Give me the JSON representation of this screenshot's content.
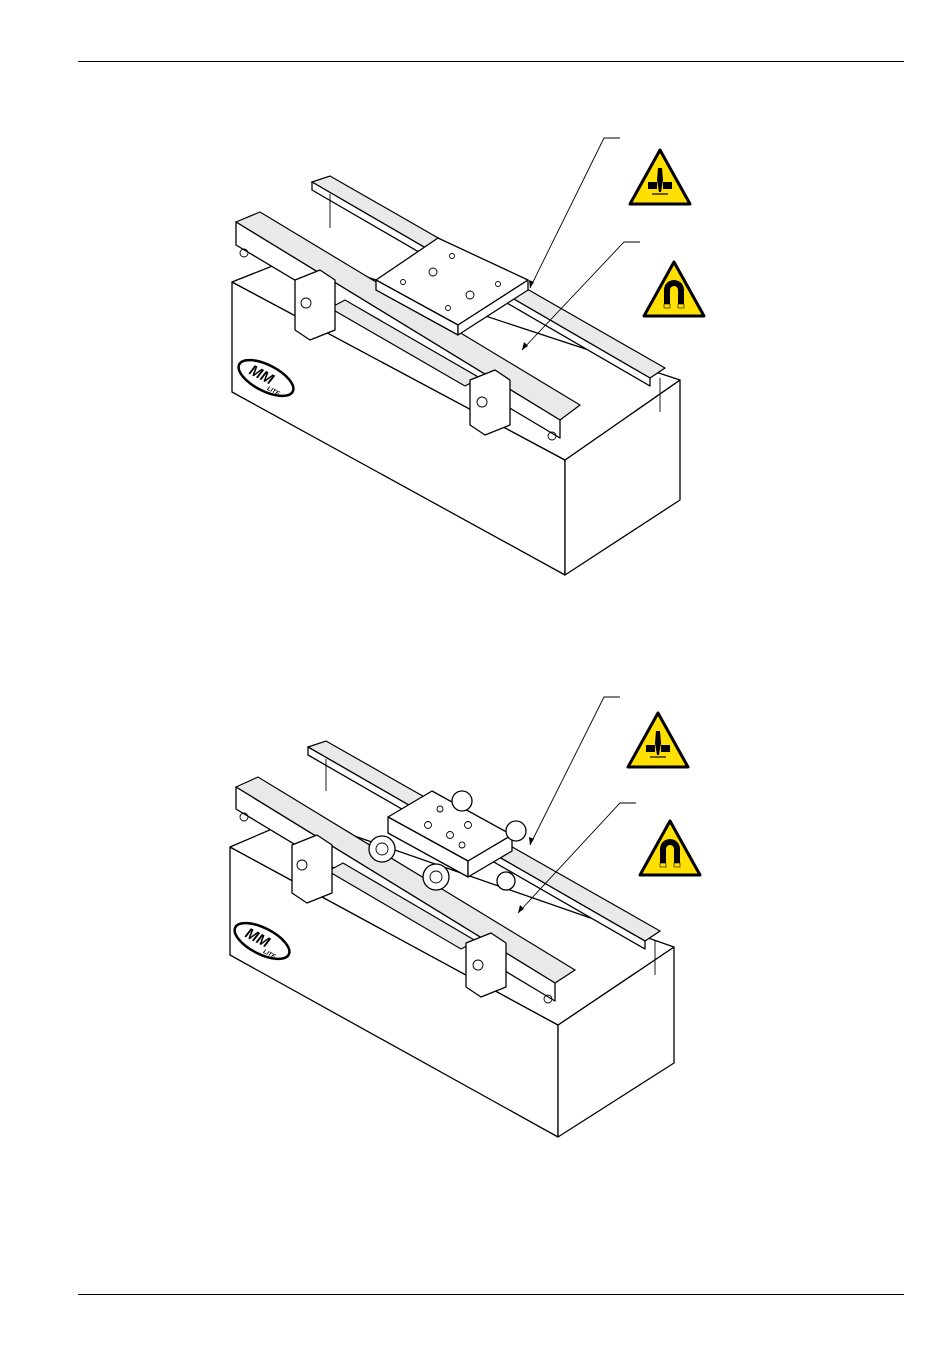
{
  "page": {
    "figures": [
      {
        "logo": {
          "main": "MM",
          "sub": "LITE"
        },
        "warning_signs": [
          {
            "icon": "crush-hazard-icon",
            "color": "#FFE000"
          },
          {
            "icon": "magnetic-field-icon",
            "color": "#FFE000"
          }
        ]
      },
      {
        "logo": {
          "main": "MM",
          "sub": "LITE"
        },
        "warning_signs": [
          {
            "icon": "crush-hazard-icon",
            "color": "#FFE000"
          },
          {
            "icon": "magnetic-field-icon",
            "color": "#FFE000"
          }
        ]
      }
    ]
  }
}
